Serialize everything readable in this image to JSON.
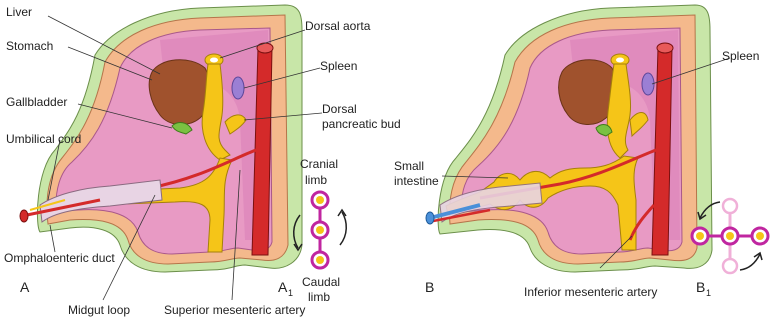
{
  "figure": {
    "panels": {
      "A": "A",
      "A1": "A",
      "A1_sub": "1",
      "B": "B",
      "B1": "B",
      "B1_sub": "1"
    },
    "labels_a": {
      "liver": "Liver",
      "stomach": "Stomach",
      "gallbladder": "Gallbladder",
      "umbilical_cord": "Umbilical cord",
      "omphaloenteric_duct": "Omphaloenteric duct",
      "midgut_loop": "Midgut loop",
      "superior_mesenteric_artery": "Superior mesenteric artery",
      "dorsal_aorta": "Dorsal aorta",
      "spleen": "Spleen",
      "dorsal_pancreatic_bud_1": "Dorsal",
      "dorsal_pancreatic_bud_2": "pancreatic bud",
      "cranial_limb_1": "Cranial",
      "cranial_limb_2": "limb",
      "caudal_limb_1": "Caudal",
      "caudal_limb_2": "limb"
    },
    "labels_b": {
      "spleen": "Spleen",
      "small_intestine_1": "Small",
      "small_intestine_2": "intestine",
      "inferior_mesenteric_artery": "Inferior mesenteric artery"
    },
    "colors": {
      "outer_wall": "#c8e6a8",
      "body_wall": "#f4b98c",
      "cavity": "#e89ac4",
      "gut": "#f5c518",
      "artery": "#d42a2a",
      "liver": "#a0522d",
      "spleen": "#9b7fd4"
    }
  }
}
